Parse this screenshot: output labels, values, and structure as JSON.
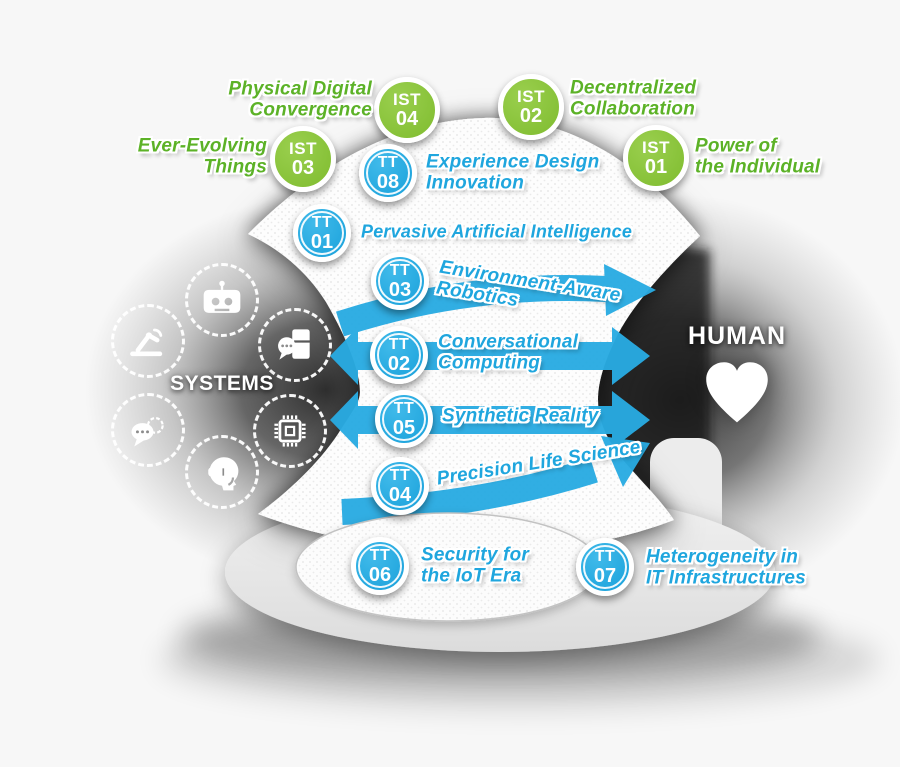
{
  "colors": {
    "background": "#F7F7F7",
    "ist_green": "#8CC63E",
    "tt_blue": "#29ABE2",
    "arrow_blue": "#29ABE2",
    "label_green": "#5CB227",
    "label_blue": "#1FA6DE"
  },
  "systems": {
    "label": "SYSTEMS",
    "icons": [
      "robot-icon",
      "robotic-arm-icon",
      "smart-appliance-icon",
      "chat-bubbles-icon",
      "cpu-chip-icon",
      "vr-headset-icon"
    ]
  },
  "human": {
    "label": "HUMAN",
    "symbol": "heart-icon"
  },
  "badges": {
    "ist": [
      {
        "prefix": "IST",
        "number": "04",
        "label": "Physical Digital\nConvergence"
      },
      {
        "prefix": "IST",
        "number": "02",
        "label": "Decentralized\nCollaboration"
      },
      {
        "prefix": "IST",
        "number": "03",
        "label": "Ever-Evolving\nThings"
      },
      {
        "prefix": "IST",
        "number": "01",
        "label": "Power of\nthe Individual"
      }
    ],
    "tt": [
      {
        "prefix": "TT",
        "number": "08",
        "label": "Experience Design\nInnovation"
      },
      {
        "prefix": "TT",
        "number": "01",
        "label": "Pervasive Artificial Intelligence"
      },
      {
        "prefix": "TT",
        "number": "03",
        "label": "Environment-Aware\nRobotics"
      },
      {
        "prefix": "TT",
        "number": "02",
        "label": "Conversational\nComputing"
      },
      {
        "prefix": "TT",
        "number": "05",
        "label": "Synthetic Reality"
      },
      {
        "prefix": "TT",
        "number": "04",
        "label": "Precision Life Science"
      },
      {
        "prefix": "TT",
        "number": "06",
        "label": "Security for\nthe IoT Era"
      },
      {
        "prefix": "TT",
        "number": "07",
        "label": "Heterogeneity in\nIT Infrastructures"
      }
    ]
  }
}
